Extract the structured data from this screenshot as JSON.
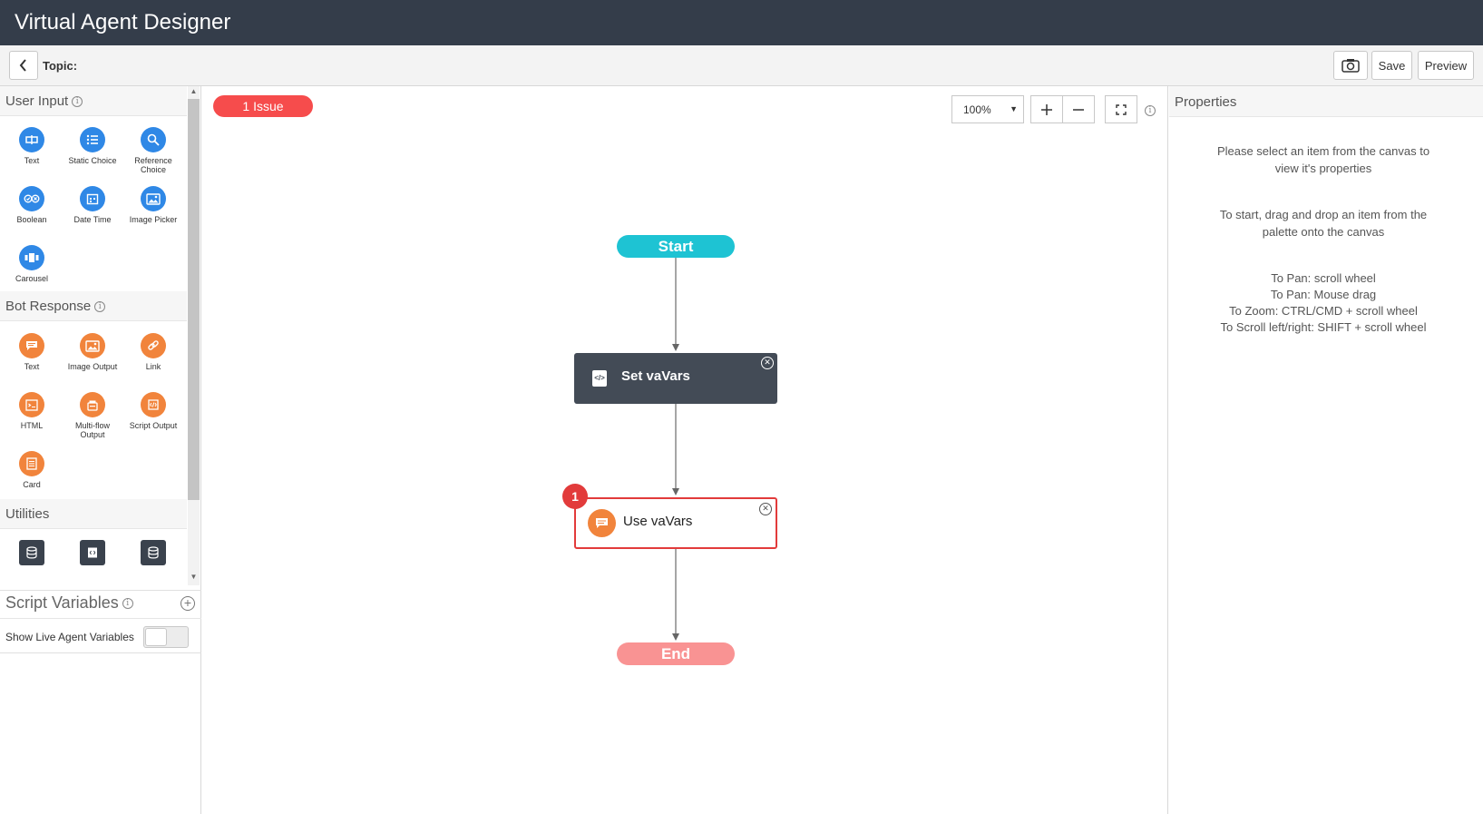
{
  "app": {
    "title": "Virtual Agent Designer"
  },
  "toolbar": {
    "topic_label": "Topic:",
    "save_label": "Save",
    "preview_label": "Preview"
  },
  "palette": {
    "user_input": {
      "title": "User Input",
      "items": [
        {
          "label": "Text",
          "icon": "text-input-icon"
        },
        {
          "label": "Static Choice",
          "icon": "list-icon"
        },
        {
          "label": "Reference Choice",
          "icon": "search-icon"
        },
        {
          "label": "Boolean",
          "icon": "boolean-icon"
        },
        {
          "label": "Date Time",
          "icon": "calendar-icon"
        },
        {
          "label": "Image Picker",
          "icon": "image-icon"
        },
        {
          "label": "Carousel",
          "icon": "carousel-icon"
        }
      ]
    },
    "bot_response": {
      "title": "Bot Response",
      "items": [
        {
          "label": "Text",
          "icon": "chat-icon"
        },
        {
          "label": "Image Output",
          "icon": "image-icon"
        },
        {
          "label": "Link",
          "icon": "link-icon"
        },
        {
          "label": "HTML",
          "icon": "html-icon"
        },
        {
          "label": "Multi-flow Output",
          "icon": "multi-flow-icon"
        },
        {
          "label": "Script Output",
          "icon": "script-icon"
        },
        {
          "label": "Card",
          "icon": "card-icon"
        }
      ]
    },
    "utilities": {
      "title": "Utilities"
    },
    "script_variables": {
      "title": "Script Variables"
    },
    "live_agent": {
      "label": "Show Live Agent Variables",
      "enabled": false
    }
  },
  "canvas": {
    "issue_badge": "1 Issue",
    "zoom": "100%",
    "nodes": {
      "start": "Start",
      "set": "Set vaVars",
      "use": "Use vaVars",
      "end": "End",
      "use_error_count": "1"
    }
  },
  "properties": {
    "title": "Properties",
    "msg1": "Please select an item from the canvas to view it's properties",
    "msg2": "To start, drag and drop an item from the palette onto the canvas",
    "hint1": "To Pan: scroll wheel",
    "hint2": "To Pan: Mouse drag",
    "hint3": "To Zoom: CTRL/CMD + scroll wheel",
    "hint4": "To Scroll left/right: SHIFT + scroll wheel"
  },
  "colors": {
    "header": "#343d4a",
    "user_input_icon": "#2f88e6",
    "bot_response_icon": "#f1843c",
    "start_node": "#1ec3d3",
    "end_node": "#f99393",
    "error": "#e23b3b"
  }
}
